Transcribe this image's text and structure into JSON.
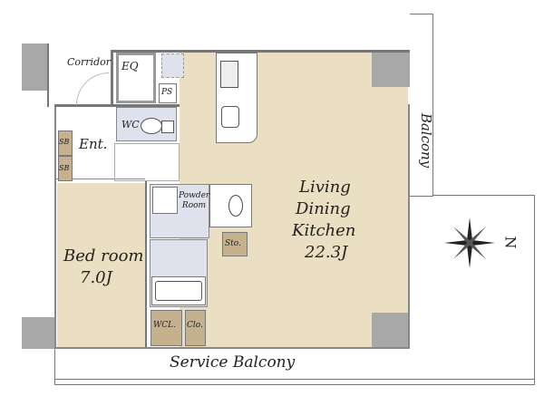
{
  "title": "Floor plan",
  "rooms": {
    "corridor": "Corridor",
    "eq": "EQ",
    "ps": "PS",
    "wc": "WC",
    "entrance": "Ent.",
    "shoe_box_1": "SB",
    "shoe_box_2": "SB",
    "powder_room": "Powder Room",
    "storage": "Sto.",
    "bedroom_name": "Bed room",
    "bedroom_size": "7.0J",
    "ldk_line1": "Living",
    "ldk_line2": "Dining",
    "ldk_line3": "Kitchen",
    "ldk_size": "22.3J",
    "walk_in_closet": "WCL.",
    "closet": "Clo.",
    "balcony": "Balcony",
    "service_balcony": "Service Balcony"
  },
  "compass": {
    "north_label": "N"
  },
  "colors": {
    "floor": "#ebdfc3",
    "wet_area": "#dfe1ec",
    "storage": "#c6b18e",
    "structure": "#a8a8a8"
  }
}
